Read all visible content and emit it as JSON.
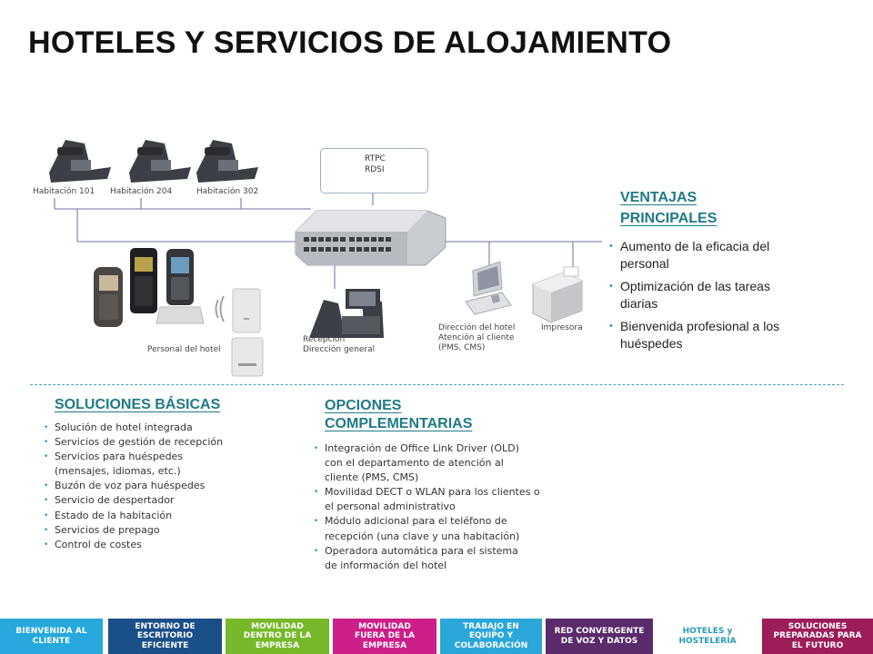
{
  "title": "HOTELES Y SERVICIOS DE ALOJAMIENTO",
  "diagram": {
    "rooms": [
      "Habitación 101",
      "Habitación 204",
      "Habitación 302"
    ],
    "network_lines": [
      "RTPC",
      "RDSI"
    ],
    "staff_label": "Personal del hotel",
    "reception_lines": [
      "Recepción",
      "Dirección general"
    ],
    "management_lines": [
      "Dirección del hotel",
      "Atención al cliente",
      "(PMS, CMS)"
    ],
    "printer_label": "Impresora"
  },
  "ventajas": {
    "heading": "VENTAJAS PRINCIPALES",
    "items": [
      "Aumento de la eficacia del personal",
      "Optimización de las tareas diarias",
      "Bienvenida profesional a los huéspedes"
    ]
  },
  "basicas": {
    "heading": "SOLUCIONES BÁSICAS",
    "items": [
      "Solución de hotel integrada",
      "Servicios de gestión de recepción",
      "Servicios para huéspedes (mensajes, idiomas, etc.)",
      "Buzón de voz para huéspedes",
      "Servicio de despertador",
      "Estado de la habitación",
      "Servicios de prepago",
      "Control de costes"
    ]
  },
  "opciones": {
    "heading": "OPCIONES COMPLEMENTARIAS",
    "items": [
      "Integración de Office Link Driver (OLD) con el departamento de atención al cliente (PMS, CMS)",
      "Movilidad DECT o WLAN para los clientes o el personal administrativo",
      "Módulo adicional para el teléfono de recepción (una clave y una habitación)",
      "Operadora automática para el sistema de información del hotel"
    ]
  },
  "nav": [
    {
      "label": "BIENVENIDA AL CLIENTE",
      "color": "#26a8dc"
    },
    {
      "label": "ENTORNO DE ESCRITORIO EFICIENTE",
      "color": "#1a4f8a"
    },
    {
      "label": "MOVILIDAD DENTRO DE LA EMPRESA",
      "color": "#76b82a"
    },
    {
      "label": "MOVILIDAD FUERA DE LA EMPRESA",
      "color": "#cc1f8a"
    },
    {
      "label": "TRABAJO EN EQUIPO Y COLABORACIÓN",
      "color": "#2ba6d9"
    },
    {
      "label": "RED CONVERGENTE DE VOZ Y DATOS",
      "color": "#5b2a6b"
    },
    {
      "label": "HOTELES y HOSTELERÍA",
      "color": "#ffffff",
      "text_color": "#2a9bb5"
    },
    {
      "label": "SOLUCIONES PREPARADAS PARA EL FUTURO",
      "color": "#9b1d5a"
    }
  ]
}
